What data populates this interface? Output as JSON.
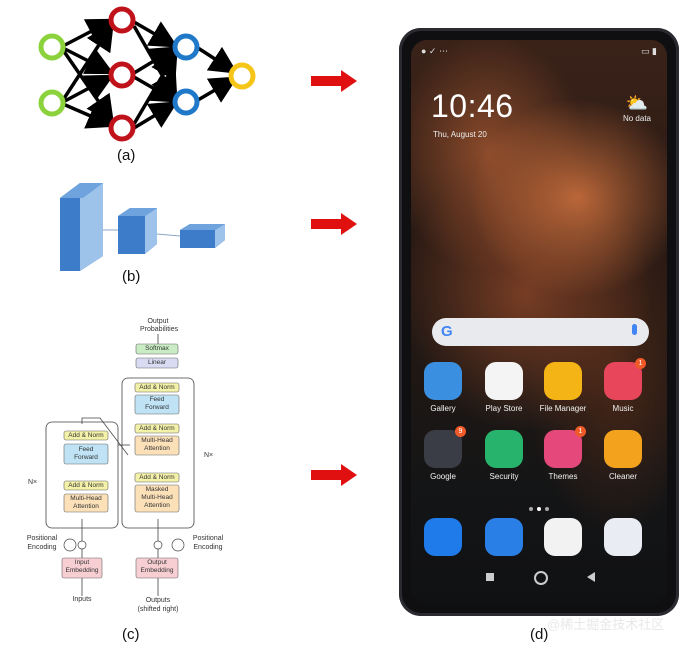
{
  "captions": {
    "a": "(a)",
    "b": "(b)",
    "c": "(c)",
    "d": "(d)"
  },
  "colors": {
    "input_node": "#8cd23c",
    "hidden1_node": "#c0121a",
    "hidden2_node": "#1f78c8",
    "output_node": "#f5c518",
    "arrow": "#e01010",
    "cnn_block": "#3d7cc9"
  },
  "transformer": {
    "output_probs_line1": "Output",
    "output_probs_line2": "Probabilities",
    "softmax": "Softmax",
    "linear": "Linear",
    "add_norm": "Add & Norm",
    "feed_forward_line1": "Feed",
    "feed_forward_line2": "Forward",
    "mha_line1": "Multi-Head",
    "mha_line2": "Attention",
    "masked_mha_line1": "Masked",
    "masked_mha_line2": "Multi-Head",
    "masked_mha_line3": "Attention",
    "nx": "N×",
    "pos_enc_line1": "Positional",
    "pos_enc_line2": "Encoding",
    "input_emb_line1": "Input",
    "input_emb_line2": "Embedding",
    "output_emb_line1": "Output",
    "output_emb_line2": "Embedding",
    "inputs": "Inputs",
    "outputs_line1": "Outputs",
    "outputs_line2": "(shifted right)"
  },
  "phone": {
    "time": "10:46",
    "date": "Thu, August 20",
    "weather": "No data",
    "apps_row1": [
      {
        "label": "Gallery",
        "color": "#3b8fe0",
        "icon": "gallery-icon"
      },
      {
        "label": "Play Store",
        "color": "#f4f4f4",
        "icon": "play-store-icon"
      },
      {
        "label": "File Manager",
        "color": "#f5b416",
        "icon": "folder-icon"
      },
      {
        "label": "Music",
        "color": "#e8465a",
        "icon": "music-icon",
        "badge": "1"
      }
    ],
    "apps_row2": [
      {
        "label": "Google",
        "color": "#3a3d45",
        "icon": "google-folder-icon",
        "badge": "9"
      },
      {
        "label": "Security",
        "color": "#27b36b",
        "icon": "shield-icon"
      },
      {
        "label": "Themes",
        "color": "#e5487a",
        "icon": "themes-icon",
        "badge": "1"
      },
      {
        "label": "Cleaner",
        "color": "#f3a21e",
        "icon": "trash-icon"
      }
    ],
    "dock": [
      {
        "icon": "phone-icon",
        "color": "#1f7bea"
      },
      {
        "icon": "messages-icon",
        "color": "#2a7fe6"
      },
      {
        "icon": "chrome-icon",
        "color": "#f2f2f2"
      },
      {
        "icon": "camera-icon",
        "color": "#e9ecf2"
      }
    ]
  },
  "watermark": "@稀土掘金技术社区"
}
